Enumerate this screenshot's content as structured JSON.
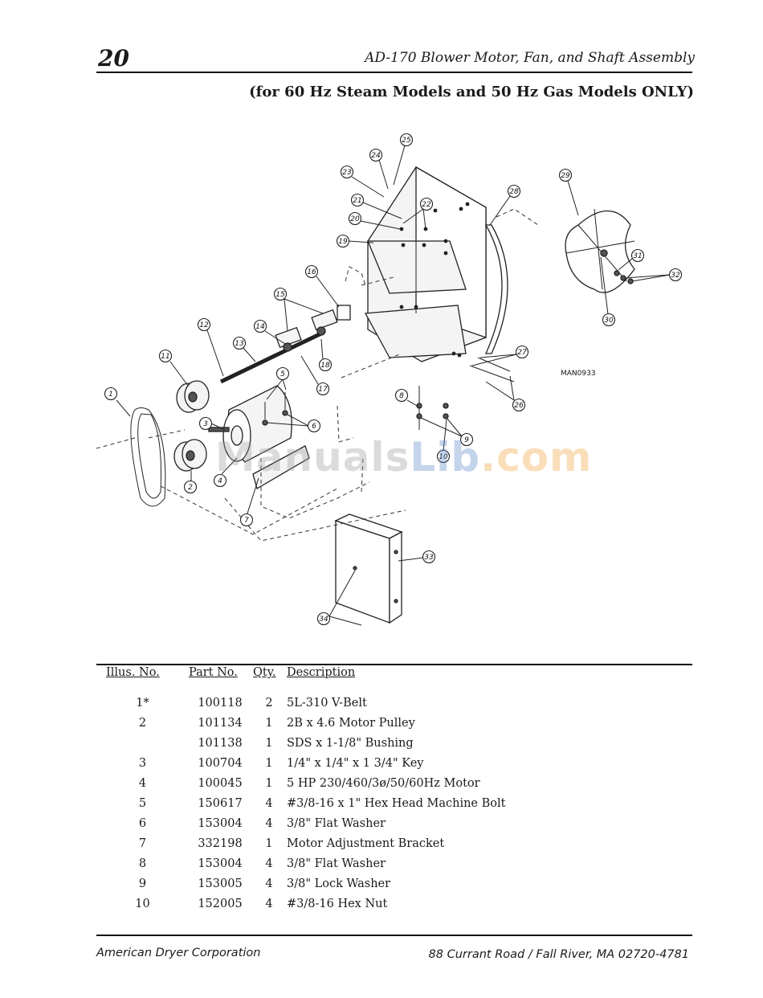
{
  "header": {
    "page_number": "20",
    "title": "AD-170 Blower Motor, Fan, and Shaft Assembly",
    "subtitle": "(for 60 Hz Steam Models and 50 Hz Gas Models ONLY)"
  },
  "diagram": {
    "drawing_code": "MAN0933",
    "callouts": [
      "1",
      "2",
      "3",
      "4",
      "5",
      "6",
      "7",
      "8",
      "9",
      "10",
      "11",
      "12",
      "13",
      "14",
      "15",
      "16",
      "17",
      "18",
      "19",
      "20",
      "21",
      "22",
      "23",
      "24",
      "25",
      "26",
      "27",
      "28",
      "29",
      "30",
      "31",
      "32",
      "33",
      "34"
    ],
    "watermark": {
      "part_a": "Manuals",
      "part_b": "Lib",
      "part_c": ".com"
    }
  },
  "table": {
    "headers": {
      "illus": "Illus. No.",
      "part": "Part No.",
      "qty": "Qty.",
      "desc": "Description"
    },
    "rows": [
      {
        "illus": "1*",
        "part": "100118",
        "qty": "2",
        "desc": "5L-310 V-Belt"
      },
      {
        "illus": "2",
        "part": "101134",
        "qty": "1",
        "desc": "2B x 4.6 Motor Pulley"
      },
      {
        "illus": "",
        "part": "101138",
        "qty": "1",
        "desc": "SDS x 1-1/8\" Bushing"
      },
      {
        "illus": "3",
        "part": "100704",
        "qty": "1",
        "desc": "1/4\" x 1/4\" x 1 3/4\" Key"
      },
      {
        "illus": "4",
        "part": "100045",
        "qty": "1",
        "desc": "5 HP 230/460/3ø/50/60Hz Motor"
      },
      {
        "illus": "5",
        "part": "150617",
        "qty": "4",
        "desc": "#3/8-16 x 1\" Hex Head Machine Bolt"
      },
      {
        "illus": "6",
        "part": "153004",
        "qty": "4",
        "desc": "3/8\" Flat Washer"
      },
      {
        "illus": "7",
        "part": "332198",
        "qty": "1",
        "desc": "Motor Adjustment Bracket"
      },
      {
        "illus": "8",
        "part": "153004",
        "qty": "4",
        "desc": "3/8\" Flat Washer"
      },
      {
        "illus": "9",
        "part": "153005",
        "qty": "4",
        "desc": "3/8\" Lock Washer"
      },
      {
        "illus": "10",
        "part": "152005",
        "qty": "4",
        "desc": "#3/8-16 Hex Nut"
      }
    ]
  },
  "footer": {
    "company": "American Dryer Corporation",
    "address": "88 Currant Road / Fall River, MA 02720-4781"
  }
}
